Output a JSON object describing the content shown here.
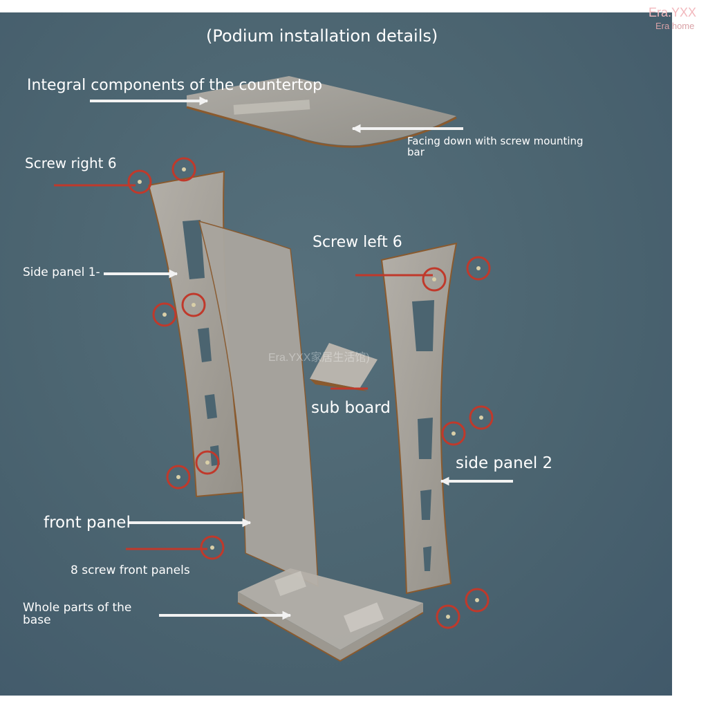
{
  "title": "(Podium installation details)",
  "labels": {
    "countertop": "Integral components of the countertop",
    "facing_down": "Facing down with screw mounting bar",
    "screw_right": "Screw right 6",
    "screw_left": "Screw left 6",
    "side_panel_1": "Side panel 1-",
    "sub_board": "sub board",
    "side_panel_2": "side panel 2",
    "front_panel": "front panel",
    "front_screws": "8 screw front panels",
    "base": "Whole parts of the base"
  },
  "watermarks": {
    "brand": "Era.YXX",
    "brand_sub": "Era home",
    "center": "Era.YXX家居生活馆)"
  },
  "colors": {
    "background": "#4b6470",
    "panel": "#a7a39c",
    "panel_edge": "#8a5a2e",
    "arrow": "#f2f2f2",
    "screw_marker": "#c0392b"
  }
}
